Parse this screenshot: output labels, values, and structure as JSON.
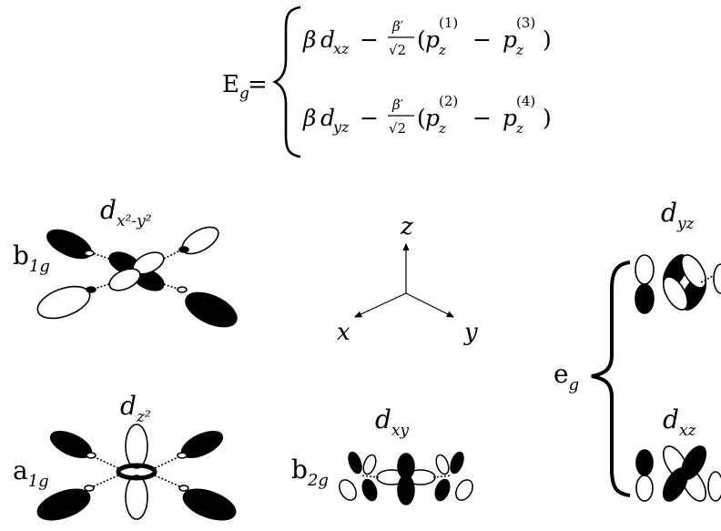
{
  "equation": {
    "lhs_main": "E",
    "lhs_sub": "g",
    "eq": "=",
    "row1": {
      "beta": "β",
      "d": "d",
      "d_sub": "xz",
      "minus": "−",
      "frac_num": "β′",
      "frac_den": "√2",
      "open": "(",
      "p1": "p",
      "p1_sub": "z",
      "p1_sup": "(1)",
      "minus2": "−",
      "p2": "p",
      "p2_sub": "z",
      "p2_sup": "(3)",
      "close": ")"
    },
    "row2": {
      "beta": "β",
      "d": "d",
      "d_sub": "yz",
      "minus": "−",
      "frac_num": "β′",
      "frac_den": "√2",
      "open": "(",
      "p1": "p",
      "p1_sub": "z",
      "p1_sup": "(2)",
      "minus2": "−",
      "p2": "p",
      "p2_sub": "z",
      "p2_sup": "(4)",
      "close": ")"
    }
  },
  "axes": {
    "z": "z",
    "x": "x",
    "y": "y"
  },
  "orbitals": {
    "b1g": {
      "sym_main": "b",
      "sym_sub": "1g",
      "d": "d",
      "d_sub": "x²-y²"
    },
    "a1g": {
      "sym_main": "a",
      "sym_sub": "1g",
      "d": "d",
      "d_sub": "z²"
    },
    "b2g": {
      "sym_main": "b",
      "sym_sub": "2g",
      "d": "d",
      "d_sub": "xy"
    },
    "eg": {
      "sym_main": "e",
      "sym_sub": "g"
    },
    "dyz": {
      "d": "d",
      "d_sub": "yz"
    },
    "dxz": {
      "d": "d",
      "d_sub": "xz"
    }
  }
}
